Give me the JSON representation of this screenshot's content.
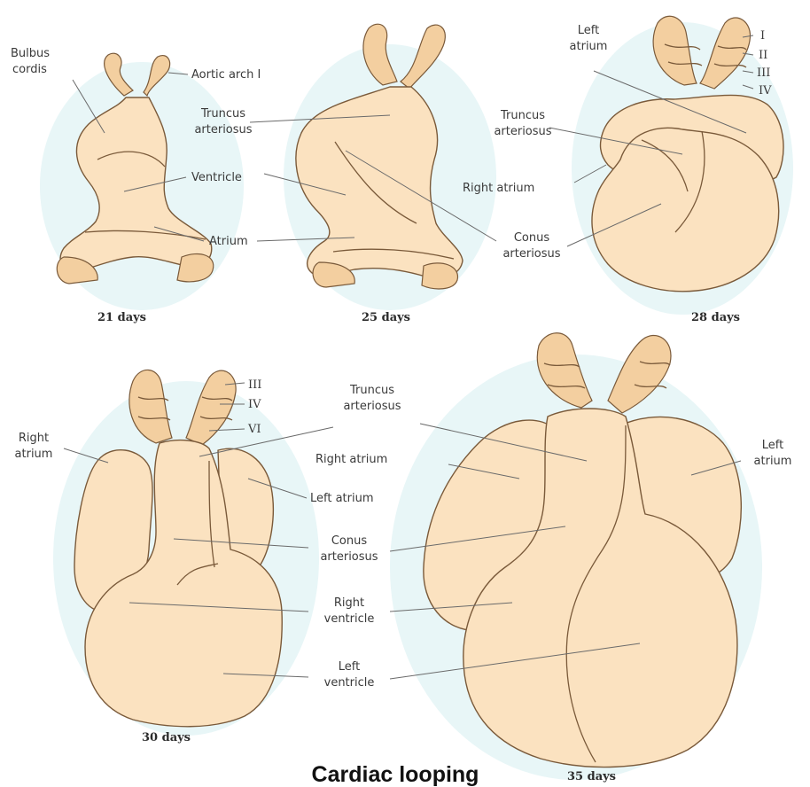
{
  "title": "Cardiac looping",
  "stages": {
    "d21": {
      "label": "21 days",
      "bulbus": "Bulbus",
      "cordis": "cordis",
      "aortic": "Aortic arch I",
      "ventricle": "Ventricle",
      "atrium": "Atrium"
    },
    "d25": {
      "label": "25 days",
      "truncus1": "Truncus",
      "truncus2": "arteriosus"
    },
    "d28": {
      "label": "28 days",
      "left1": "Left",
      "left2": "atrium",
      "truncus1": "Truncus",
      "truncus2": "arteriosus",
      "right_atrium": "Right atrium",
      "conus1": "Conus",
      "conus2": "arteriosus",
      "arch_i": "I",
      "arch_ii": "II",
      "arch_iii": "III",
      "arch_iv": "IV"
    },
    "d30": {
      "label": "30 days",
      "right1": "Right",
      "right2": "atrium",
      "arch_iii": "III",
      "arch_iv": "IV",
      "arch_vi": "VI"
    },
    "d35": {
      "label": "35 days",
      "left1": "Left",
      "left2": "atrium"
    }
  },
  "center_labels": {
    "truncus1": "Truncus",
    "truncus2": "arteriosus",
    "right_atrium": "Right atrium",
    "left_atrium": "Left atrium",
    "conus1": "Conus",
    "conus2": "arteriosus",
    "rv1": "Right",
    "rv2": "ventricle",
    "lv1": "Left",
    "lv2": "ventricle"
  }
}
